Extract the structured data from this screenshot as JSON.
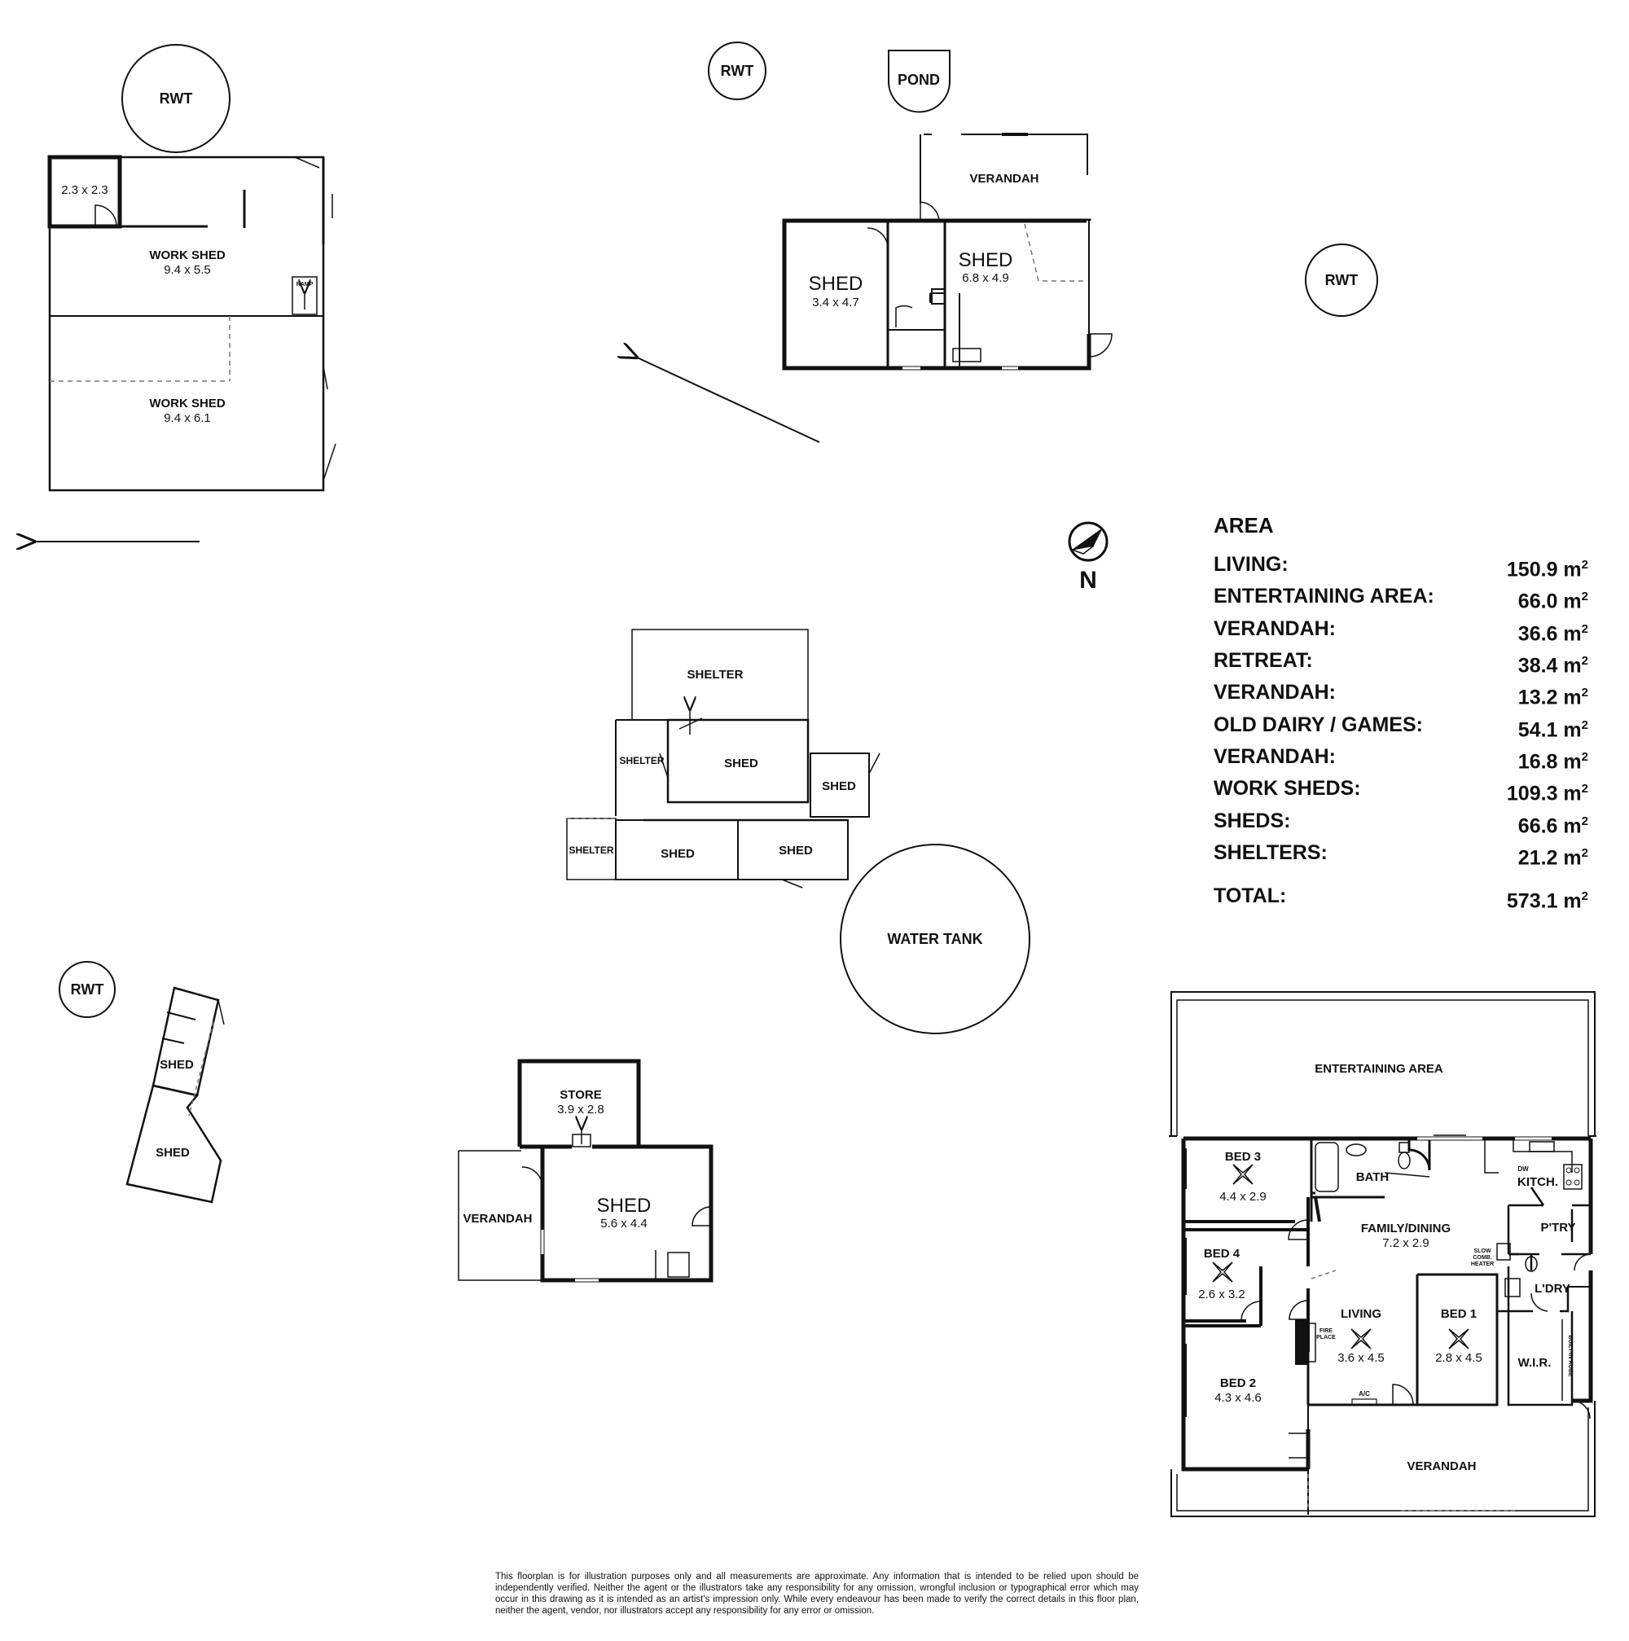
{
  "labels": {
    "rwt_1": "RWT",
    "rwt_2": "RWT",
    "rwt_3": "RWT",
    "rwt_4": "RWT",
    "pond": "POND",
    "water_tank": "WATER TANK",
    "north": "N",
    "small_room": "2.3 x 2.3",
    "work_shed_1": "WORK SHED",
    "work_shed_1_dim": "9.4 x 5.5",
    "work_shed_2": "WORK SHED",
    "work_shed_2_dim": "9.4 x 6.1",
    "ramp": "RAMP",
    "top_verandah": "VERANDAH",
    "shed_a": "SHED",
    "shed_a_dim": "3.4 x 4.7",
    "shed_b": "SHED",
    "shed_b_dim": "6.8 x 4.9",
    "shelter_top": "SHELTER",
    "shelter_mid": "SHELTER",
    "shelter_left": "SHELTER",
    "cluster_shed_1": "SHED",
    "cluster_shed_2": "SHED",
    "cluster_shed_3": "SHED",
    "cluster_shed_4": "SHED",
    "angled_shed_1": "SHED",
    "angled_shed_2": "SHED",
    "store": "STORE",
    "store_dim": "3.9 x 2.8",
    "store_shed": "SHED",
    "store_shed_dim": "5.6 x 4.4",
    "store_verandah": "VERANDAH",
    "entertaining": "ENTERTAINING AREA",
    "bed3": "BED 3",
    "bed3_dim": "4.4 x 2.9",
    "bath": "BATH",
    "kitch": "KITCH.",
    "dw": "DW",
    "ptry": "P'TRY",
    "family": "FAMILY/DINING",
    "family_dim": "7.2 x 2.9",
    "slow1": "SLOW",
    "slow2": "COMB.",
    "slow3": "HEATER",
    "bed4": "BED 4",
    "bed4_dim": "2.6 x 3.2",
    "ldry": "L'DRY",
    "living": "LIVING",
    "living_dim": "3.6 x 4.5",
    "fire1": "FIRE",
    "fire2": "PLACE",
    "bed1": "BED 1",
    "bed1_dim": "2.8 x 4.5",
    "wir": "W.I.R.",
    "robe": "BUILT-IN ROBE",
    "ac": "A/C",
    "bed2": "BED 2",
    "bed2_dim": "4.3 x 4.6",
    "house_verandah": "VERANDAH"
  },
  "area": {
    "title": "AREA",
    "unit": "m",
    "unit_sup": "2",
    "rows": [
      {
        "label": "LIVING:",
        "value": "150.9"
      },
      {
        "label": "ENTERTAINING AREA:",
        "value": "66.0"
      },
      {
        "label": "VERANDAH:",
        "value": "36.6"
      },
      {
        "label": "RETREAT:",
        "value": "38.4"
      },
      {
        "label": "VERANDAH:",
        "value": "13.2"
      },
      {
        "label": "OLD DAIRY / GAMES:",
        "value": "54.1"
      },
      {
        "label": "VERANDAH:",
        "value": "16.8"
      },
      {
        "label": "WORK SHEDS:",
        "value": "109.3"
      },
      {
        "label": "SHEDS:",
        "value": "66.6"
      },
      {
        "label": "SHELTERS:",
        "value": "21.2"
      }
    ],
    "total_label": "TOTAL:",
    "total_value": "573.1"
  },
  "disclaimer": "This floorplan is for illustration purposes only and all measurements are approximate. Any information that is intended to be relied upon should be independently verified. Neither the agent or the illustrators take any responsibility for any omission, wrongful inclusion or typographical error which may occur in this drawing as it is intended as an artist's impression only. While every endeavour has been made to verify the correct details in this floor plan, neither the agent, vendor, nor illustrators accept any responsibility for any error or omission."
}
